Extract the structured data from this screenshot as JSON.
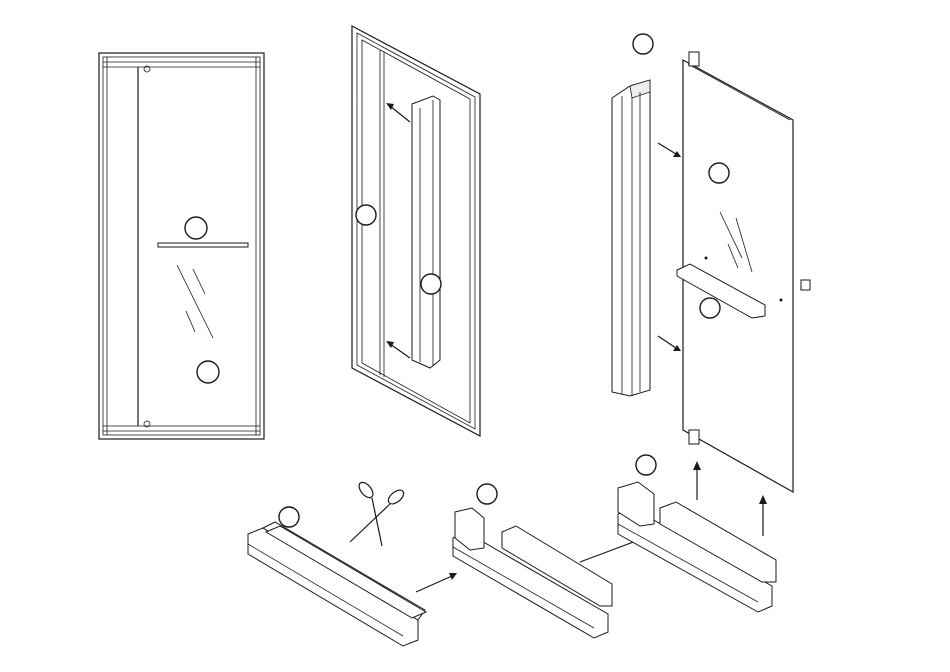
{
  "figure": {
    "background": "#ffffff",
    "line_color": "#1a1a1a",
    "panels": [
      {
        "id": "door-front-view",
        "callouts": 2
      },
      {
        "id": "frame-profile-insert",
        "callouts": 2
      },
      {
        "id": "glass-panel-assembly",
        "callouts": 3
      },
      {
        "id": "bottom-rail-cutting",
        "callouts": 3
      }
    ],
    "callout_labels": [
      "",
      "",
      "",
      "",
      "",
      "",
      "",
      "",
      "",
      ""
    ],
    "icons": [
      "scissors-icon",
      "arrow-icon"
    ]
  }
}
